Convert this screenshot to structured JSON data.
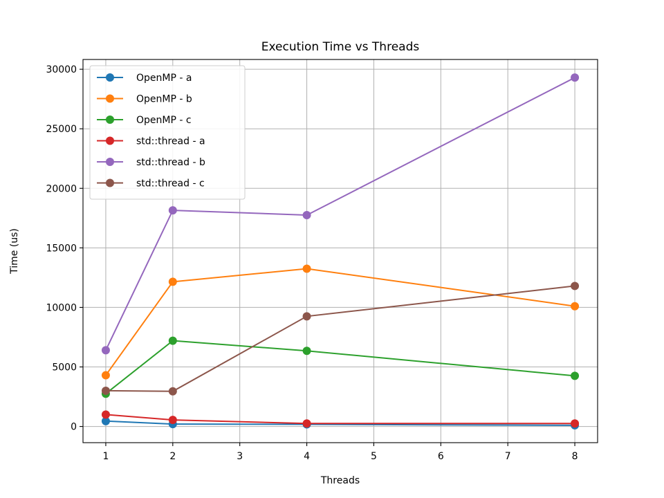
{
  "chart_data": {
    "type": "line",
    "title": "Execution Time vs Threads",
    "xlabel": "Threads",
    "ylabel": "Time (us)",
    "xlim": [
      0.66,
      8.34
    ],
    "ylim": [
      -1360,
      30820
    ],
    "xticks": [
      1,
      2,
      3,
      4,
      5,
      6,
      7,
      8
    ],
    "yticks": [
      0,
      5000,
      10000,
      15000,
      20000,
      25000,
      30000
    ],
    "grid": true,
    "legend_position": "top-left",
    "x": [
      1,
      2,
      4,
      8
    ],
    "series": [
      {
        "name": "OpenMP - a",
        "color": "#1f77b4",
        "values": [
          450,
          200,
          180,
          100
        ]
      },
      {
        "name": "OpenMP - b",
        "color": "#ff7f0e",
        "values": [
          4300,
          12150,
          13250,
          10100
        ]
      },
      {
        "name": "OpenMP - c",
        "color": "#2ca02c",
        "values": [
          2750,
          7200,
          6350,
          4250
        ]
      },
      {
        "name": "std::thread - a",
        "color": "#d62728",
        "values": [
          1000,
          550,
          250,
          250
        ]
      },
      {
        "name": "std::thread - b",
        "color": "#9467bd",
        "values": [
          6400,
          18150,
          17750,
          29300
        ]
      },
      {
        "name": "std::thread - c",
        "color": "#8c564b",
        "values": [
          3000,
          2950,
          9250,
          11800
        ]
      }
    ]
  }
}
